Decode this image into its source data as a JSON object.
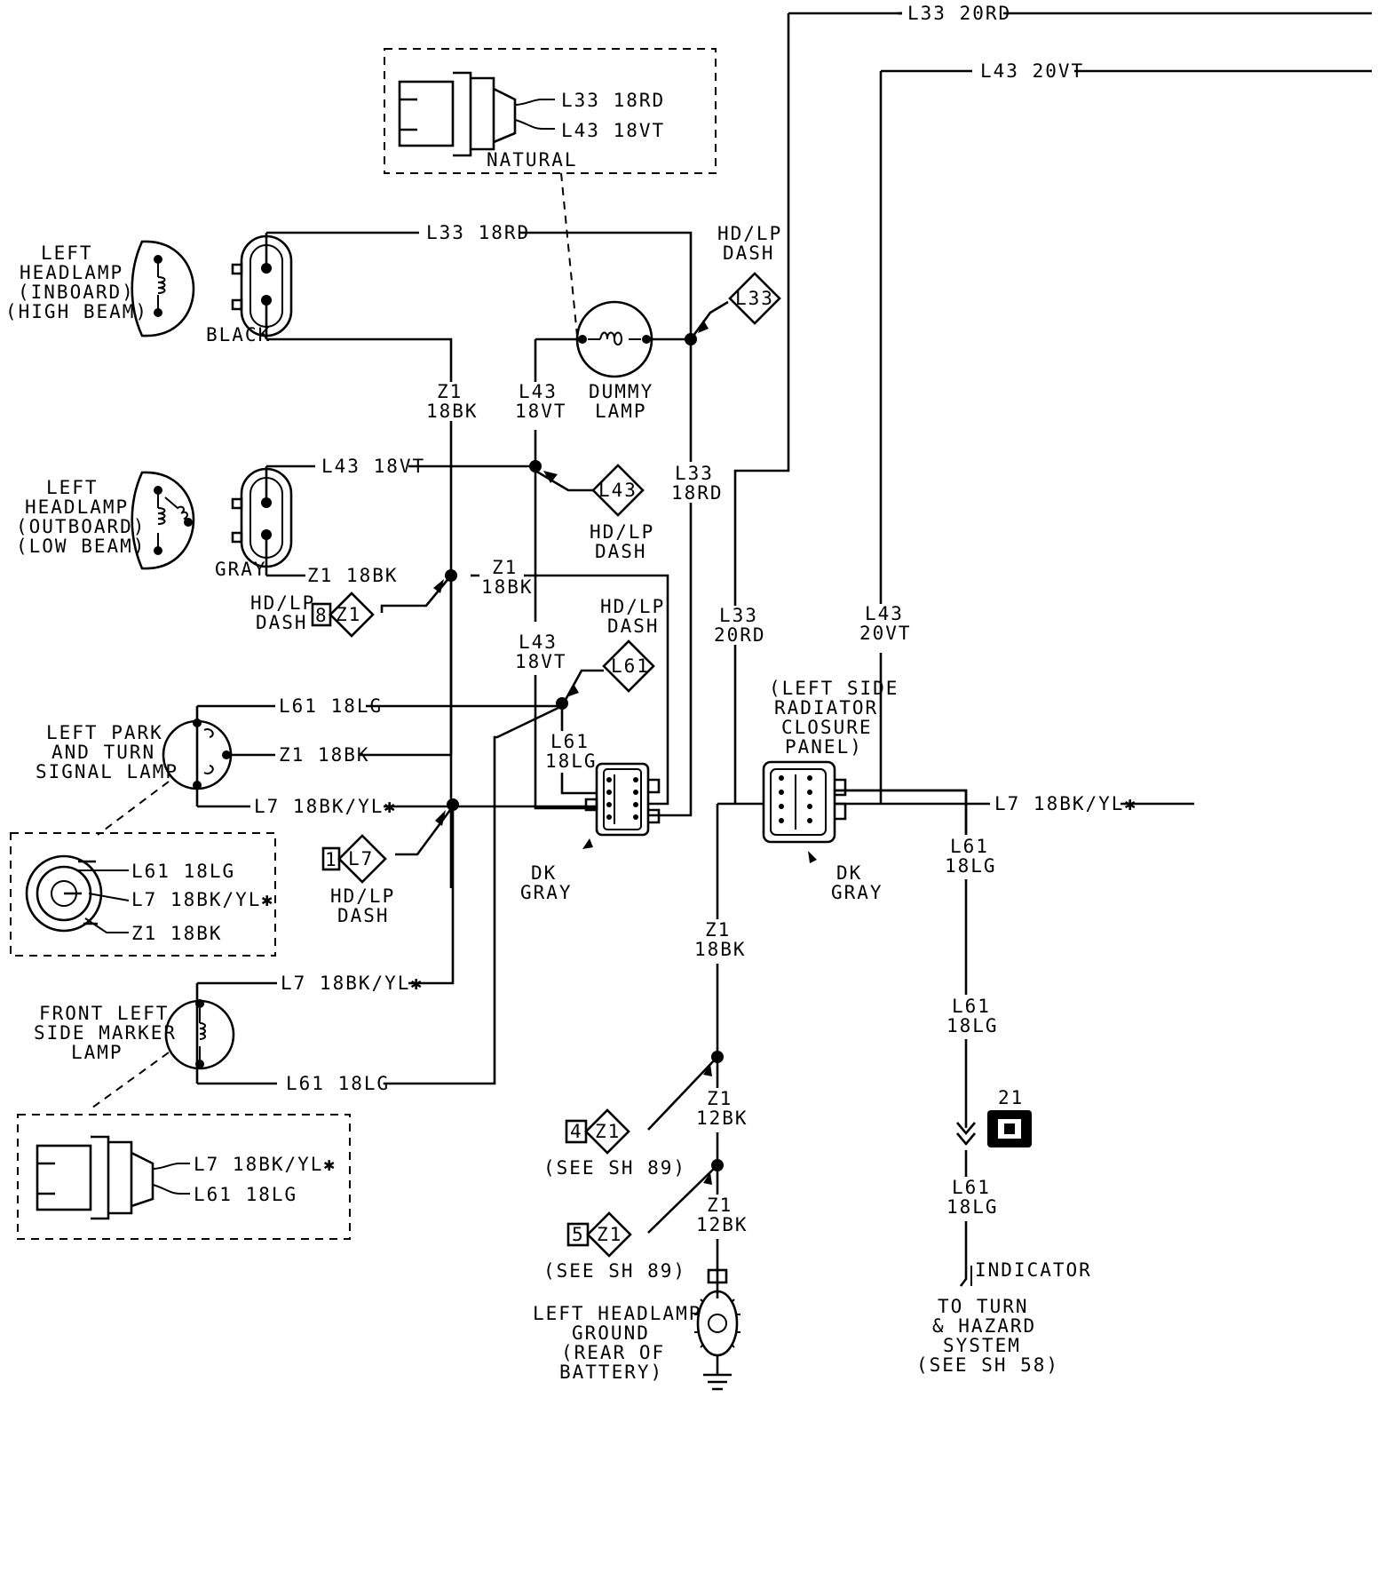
{
  "wires": {
    "l33_20rd": "L33 20RD",
    "l43_20vt": "L43 20VT",
    "l33_18rd": "L33 18RD",
    "l43_18vt": "L43 18VT",
    "z1_18bk": "Z1 18BK",
    "l61_18lg": "L61 18LG",
    "l7_18bkyl": "L7 18BK/YL✱",
    "z1_12bk": "Z1 12BK",
    "l61": "L61",
    "l7": "L7",
    "l33": "L33",
    "l43": "L43",
    "z1": "Z1",
    "g_18rd": "18RD",
    "g_20rd": "20RD",
    "g_18vt": "18VT",
    "g_20vt": "20VT",
    "g_18bk": "18BK",
    "g_12bk": "12BK",
    "g_18lg": "18LG"
  },
  "labels": {
    "natural": "NATURAL",
    "black": "BLACK",
    "gray": "GRAY",
    "dk": "DK",
    "dk_gray": "GRAY",
    "hd_lp": "HD/LP",
    "dash": "DASH",
    "dummy": "DUMMY",
    "lamp": "LAMP",
    "left_hl_1": "LEFT",
    "left_hl_2": "HEADLAMP",
    "inboard": "(INBOARD)",
    "high_beam": "(HIGH BEAM)",
    "outboard": "(OUTBOARD)",
    "low_beam": "(LOW BEAM)",
    "park_1": "LEFT PARK",
    "park_2": "AND TURN",
    "park_3": "SIGNAL LAMP",
    "marker_1": "FRONT LEFT",
    "marker_2": "SIDE MARKER",
    "marker_3": "LAMP",
    "rad_1": "(LEFT SIDE",
    "rad_2": "RADIATOR",
    "rad_3": "CLOSURE",
    "rad_4": "PANEL)",
    "see_sh89": "(SEE SH 89)",
    "ground_1": "LEFT HEADLAMP",
    "ground_2": "GROUND",
    "ground_3": "(REAR OF",
    "ground_4": "BATTERY)",
    "indicator": "INDICATOR",
    "turn_1": "TO TURN",
    "turn_2": "& HAZARD",
    "turn_3": "SYSTEM",
    "turn_4": "(SEE SH 58)",
    "ref_21": "21"
  },
  "splices": {
    "l33": "L33",
    "l43": "L43",
    "z1": "Z1",
    "l61": "L61",
    "l7": "L7",
    "n1": "1",
    "n4": "4",
    "n5": "5",
    "n8": "8"
  }
}
